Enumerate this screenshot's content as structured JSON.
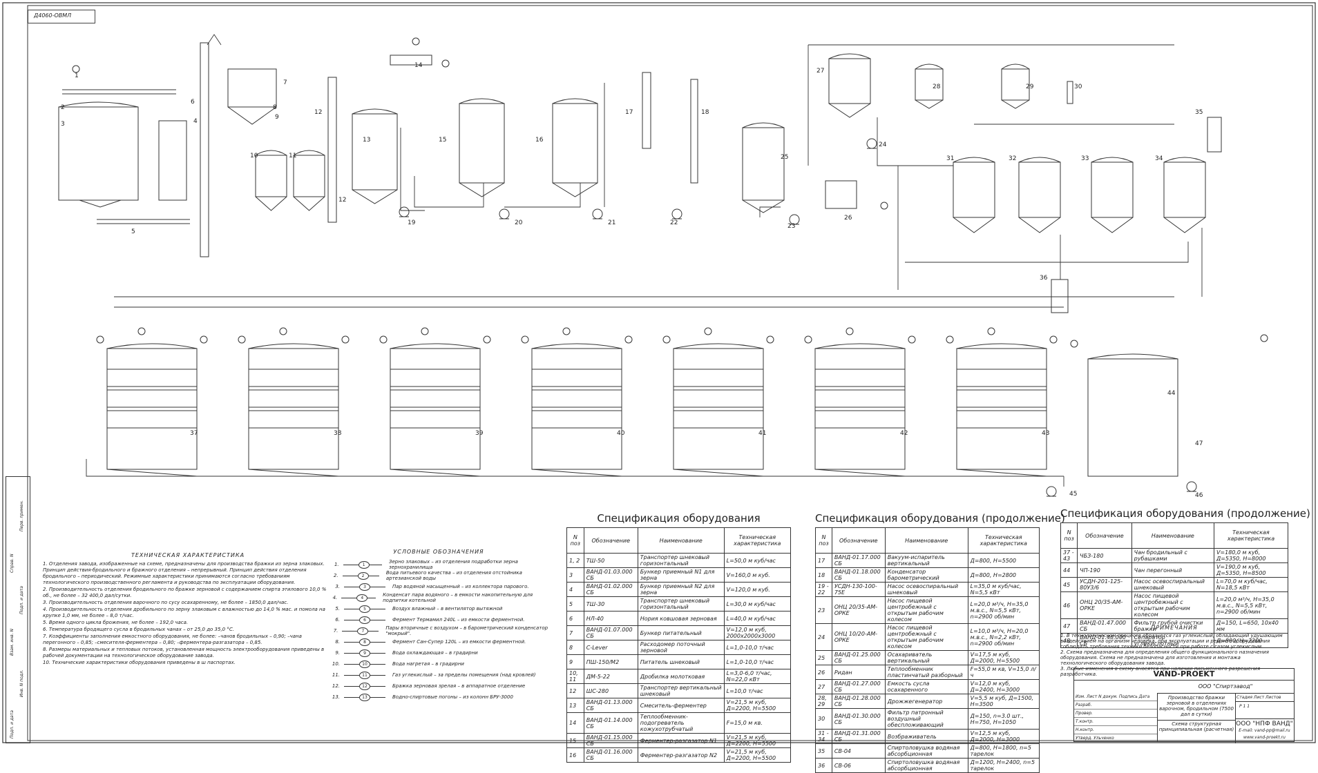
{
  "stamp": "Д4060-ОВМЛ",
  "tag_numbers": [
    "1",
    "2",
    "3",
    "4",
    "5",
    "6",
    "7",
    "8",
    "9",
    "10",
    "11",
    "12",
    "12",
    "13",
    "14",
    "15",
    "16",
    "17",
    "18",
    "19",
    "20",
    "21",
    "22",
    "23",
    "24",
    "25",
    "26",
    "27",
    "28",
    "29",
    "30",
    "31",
    "32",
    "33",
    "34",
    "35",
    "36",
    "37",
    "38",
    "39",
    "40",
    "41",
    "42",
    "43",
    "44",
    "45",
    "46",
    "47"
  ],
  "tech": {
    "title": "ТЕХНИЧЕСКАЯ ХАРАКТЕРИСТИКА",
    "items": [
      "1. Отделения завода, изображенные на схеме, предназначены для производства бражки из зерна злаковых. Принцип действия-бродильного и бражного отделения – непрерывный. Принцип действия отделения бродильного – периодический. Режимные характеристики принимаются согласно требованиям технологического производственного регламента и руководства по эксплуатации оборудования.",
      "2. Производительность отделения бродильного по бражке зерновой с содержанием спирта этилового 10,0 % об., не более – 32 400,0 дал/сутки.",
      "3. Производительность отделения варочного по сусу осахаренному, не более – 1850,0 дал/час.",
      "4. Производительность отделения дробильного по зерну злаковым с влажностью до 14,0 % мас. и помола на крупке 1,0 мм, не более – 8,0 т/час.",
      "5. Время одного цикла брожения, не более – 192,0 часа.",
      "6. Температура бродящего сусла в бродильных чанах – от 25,0 до 35,0 °С.",
      "7. Коэффициенты заполнения емкостного оборудования, не более: –чанов бродильных – 0,90; –чана перегонного – 0,85; –смесителя-ферментера – 0,80; –ферментера-разгазатора – 0,85.",
      "8. Размеры материальных и тепловых потоков, установленная мощность электрооборудования приведены в рабочей документации на технологическое оборудование завода.",
      "10. Технические характеристики оборудования приведены в ш паспортах."
    ]
  },
  "legend": {
    "title": "УСЛОВНЫЕ ОБОЗНАЧЕНИЯ",
    "items": [
      {
        "no": "1.",
        "code": "1",
        "text": "Зерно злаковых – из отделения подработки зерна зернохранилища"
      },
      {
        "no": "2.",
        "code": "2",
        "text": "Вода питьевого качества – из отделения отстойника артезианской воды"
      },
      {
        "no": "3.",
        "code": "3",
        "text": "Пар водяной насыщенный – из коллектора парового."
      },
      {
        "no": "4.",
        "code": "4",
        "text": "Конденсат пара водяного – в емкости накопительную для подпитки котельной"
      },
      {
        "no": "5.",
        "code": "5",
        "text": "Воздух влажный – в вентилятор вытяжной"
      },
      {
        "no": "6.",
        "code": "6",
        "text": "Фермент Термамил 240L – из емкости ферментной."
      },
      {
        "no": "7.",
        "code": "7",
        "text": "Пары вторичные с воздухом – в барометрический конденсатор \"мокрый\"."
      },
      {
        "no": "8.",
        "code": "8",
        "text": "Фермент Сан-Супер 120L – из емкости ферментной."
      },
      {
        "no": "9.",
        "code": "9",
        "text": "Вода охлаждающая – в градирни"
      },
      {
        "no": "10.",
        "code": "10",
        "text": "Вода нагретая – в градирни"
      },
      {
        "no": "11.",
        "code": "11",
        "text": "Газ углекислый – за пределы помещения (над кровлей)"
      },
      {
        "no": "12.",
        "code": "12",
        "text": "Бражка зерновая зрелая – в аппаратное отделение"
      },
      {
        "no": "13.",
        "code": "13",
        "text": "Водно-спиртовые погоны – из колонн БРУ-3000"
      }
    ]
  },
  "spec1": {
    "title": "Спецификация оборудования",
    "headers": [
      "N поз",
      "Обозначение",
      "Наименование",
      "Техническая характеристика"
    ],
    "rows": [
      [
        "1, 2",
        "ТШ-50",
        "Транспортер шнековый горизонтальный",
        "L=50,0 м куб/час"
      ],
      [
        "3",
        "ВАНД-01.03.000 СБ",
        "Бункер приемный N1 для зерна",
        "V=160,0 м куб."
      ],
      [
        "4",
        "ВАНД-01.02.000 СБ",
        "Бункер приемный N2 для зерна",
        "V=120,0 м куб."
      ],
      [
        "5",
        "ТШ-30",
        "Транспортер шнековый горизонтальный",
        "L=30,0 м куб/час"
      ],
      [
        "6",
        "НЛ-40",
        "Нория ковшовая зерновая",
        "L=40,0 м куб/час"
      ],
      [
        "7",
        "ВАНД-01.07.000 СБ",
        "Бункер питательный",
        "V=12,0 м куб, 2000x2000x3000"
      ],
      [
        "8",
        "C-Lever",
        "Расходомер поточный зерновой",
        "L=1,0-10,0 т/час"
      ],
      [
        "9",
        "ПШ-150/М2",
        "Питатель шнековый",
        "L=1,0-10,0 т/час"
      ],
      [
        "10, 11",
        "ДМ-5-22",
        "Дробилка молотковая",
        "L=3,0-6,0 т/час, N=22,0 кВт"
      ],
      [
        "12",
        "ШС-280",
        "Транспортер вертикальный шнековый",
        "L=10,0 т/час"
      ],
      [
        "13",
        "ВАНД-01.13.000 СБ",
        "Смеситель-ферментер",
        "V=21,5 м куб, Д=2200, Н=5500"
      ],
      [
        "14",
        "ВАНД-01.14.000 СБ",
        "Теплообменник-подогреватель кожухотрубчатый",
        "F=15,0 м кв."
      ],
      [
        "15",
        "ВАНД-01.15.000 СБ",
        "Ферментер-разгазатор N1",
        "V=21,5 м куб, Д=2200, Н=5500"
      ],
      [
        "16",
        "ВАНД-01.16.000 СБ",
        "Ферментер-разгазатор N2",
        "V=21,5 м куб, Д=2200, Н=5500"
      ]
    ]
  },
  "spec2": {
    "title": "Спецификация оборудования (продолжение)",
    "headers": [
      "N поз",
      "Обозначение",
      "Наименование",
      "Техническая характеристика"
    ],
    "rows": [
      [
        "17",
        "ВАНД-01.17.000 СБ",
        "Вакуум-испаритель вертикальный",
        "Д=800, Н=5500"
      ],
      [
        "18",
        "ВАНД-01.18.000 СБ",
        "Конденсатор барометрический",
        "Д=800, Н=2800"
      ],
      [
        "19 - 22",
        "УСДН-130-100-75Е",
        "Насос осевоспиральный шнековый",
        "L=35,0 м куб/час, N=5,5 кВт"
      ],
      [
        "23",
        "ОНЦ 20/35-АМ-ОРКЕ",
        "Насос пищевой центробежный с открытым рабочим колесом",
        "L=20,0 м³/ч, H=35,0 м.в.с., N=5,5 кВт, n=2900 об/мин"
      ],
      [
        "24",
        "ОНЦ 10/20-АМ-ОРКЕ",
        "Насос пищевой центробежный с открытым рабочим колесом",
        "L=10,0 м³/ч, H=20,0 м.в.с., N=2,2 кВт, n=2900 об/мин"
      ],
      [
        "25",
        "ВАНД-01.25.000 СБ",
        "Осахариватель вертикальный",
        "V=17,5 м куб, Д=2000, Н=5500"
      ],
      [
        "26",
        "Ридан",
        "Теплообменник пластинчатый разборный",
        "F=55,0 м кв, V=15,0 л/ч"
      ],
      [
        "27",
        "ВАНД-01.27.000 СБ",
        "Емкость сусла осахаренного",
        "V=12,0 м куб, Д=2400, Н=3000"
      ],
      [
        "28, 29",
        "ВАНД-01.28.000 СБ",
        "Дрожжегенератор",
        "V=5,5 м куб, Д=1500, Н=3500"
      ],
      [
        "30",
        "ВАНД-01.30.000 СБ",
        "Фильтр патронный воздушный обеспложивающий",
        "Д=150, n=3.0 шт., Н=750, Н=1050"
      ],
      [
        "31 - 34",
        "ВАНД-01.31.000 СБ",
        "Возбраживатель",
        "V=12,5 м куб, Д=2000, Н=3000"
      ],
      [
        "35",
        "СВ-04",
        "Спиртоловушка водяная абсорбционная",
        "Д=800, Н=1800, n=5 тарелок"
      ],
      [
        "36",
        "СВ-06",
        "Спиртоловушка водяная абсорбционная",
        "Д=1200, Н=2400, n=5 тарелок"
      ]
    ]
  },
  "spec3": {
    "title": "Спецификация оборудования (продолжение)",
    "headers": [
      "N поз",
      "Обозначение",
      "Наименование",
      "Техническая характеристика"
    ],
    "rows": [
      [
        "37 - 43",
        "ЧБЗ-180",
        "Чан бродильный с рубашками",
        "V=180,0 м куб, Д=5350, Н=8000"
      ],
      [
        "44",
        "ЧП-190",
        "Чан перегонный",
        "V=190,0 м куб, Д=5350, Н=8500"
      ],
      [
        "45",
        "УСДН-201-125-80У3/6",
        "Насос осевоспиральный шнековый",
        "L=70,0 м куб/час, N=18,5 кВт"
      ],
      [
        "46",
        "ОНЦ 20/35-АМ-ОРКЕ",
        "Насос пищевой центробежный с открытым рабочим колесом",
        "L=20,0 м³/ч, H=35,0 м.в.с., N=5,5 кВт, n=2900 об/мин"
      ],
      [
        "47",
        "ВАНД-01.47.000 СБ",
        "Фильтр грубой очистки бражки",
        "Д=150, L=650, 10x40 мм"
      ],
      [
        "48",
        "ВАНД-01.48.000 СБ",
        "Сепаратор углекислотный",
        "Д=800, Н=2200"
      ]
    ]
  },
  "notes": {
    "title": "ПРИМЕЧАНИЯ",
    "items": [
      "1. В технологическом процессе образуется газ углекислый, обладающий удушающим воздействием на организм человека, при эксплуатации и ремонте оборудования соблюдать требования техники безопасности при работе с газом углекислым.",
      "2. Схема предназначена для определения общего функционального назначения оборудования. Схема не предназначена для изготовления и монтажа технологического оборудования завода.",
      "3. Любые изменения в схему вносятся при наличии письменного разрешения разработчика."
    ]
  },
  "titleblock": {
    "company": "VAND-PROEKT",
    "client": "ООО \"Спиртзавод\"",
    "rows": [
      "Изм. Лист N докум. Подпись Дата",
      "Разраб.",
      "Провер.",
      "Т.контр.",
      "Н.контр.",
      "Утверд.   Ульченко"
    ],
    "name": "Производство бражки зерновой в отделениях варочном, бродильном (7500 дал в сутки)",
    "sheet_labels": "Стадия   Лист   Листов",
    "sheet_values": "Р        1        1",
    "drawing": "Схема структурная принципиальная (расчетная)",
    "firm": "ООО \"НПФ ВАНД\"",
    "firm_contact": "E-mail: vand-pp@mail.ru www.vand-proekt.ru"
  },
  "side_labels": [
    "Подп. и дата",
    "Инв. N подл.",
    "Взам. инв. N",
    "Подп. и дата",
    "Справ. N",
    "Перв. примен."
  ]
}
